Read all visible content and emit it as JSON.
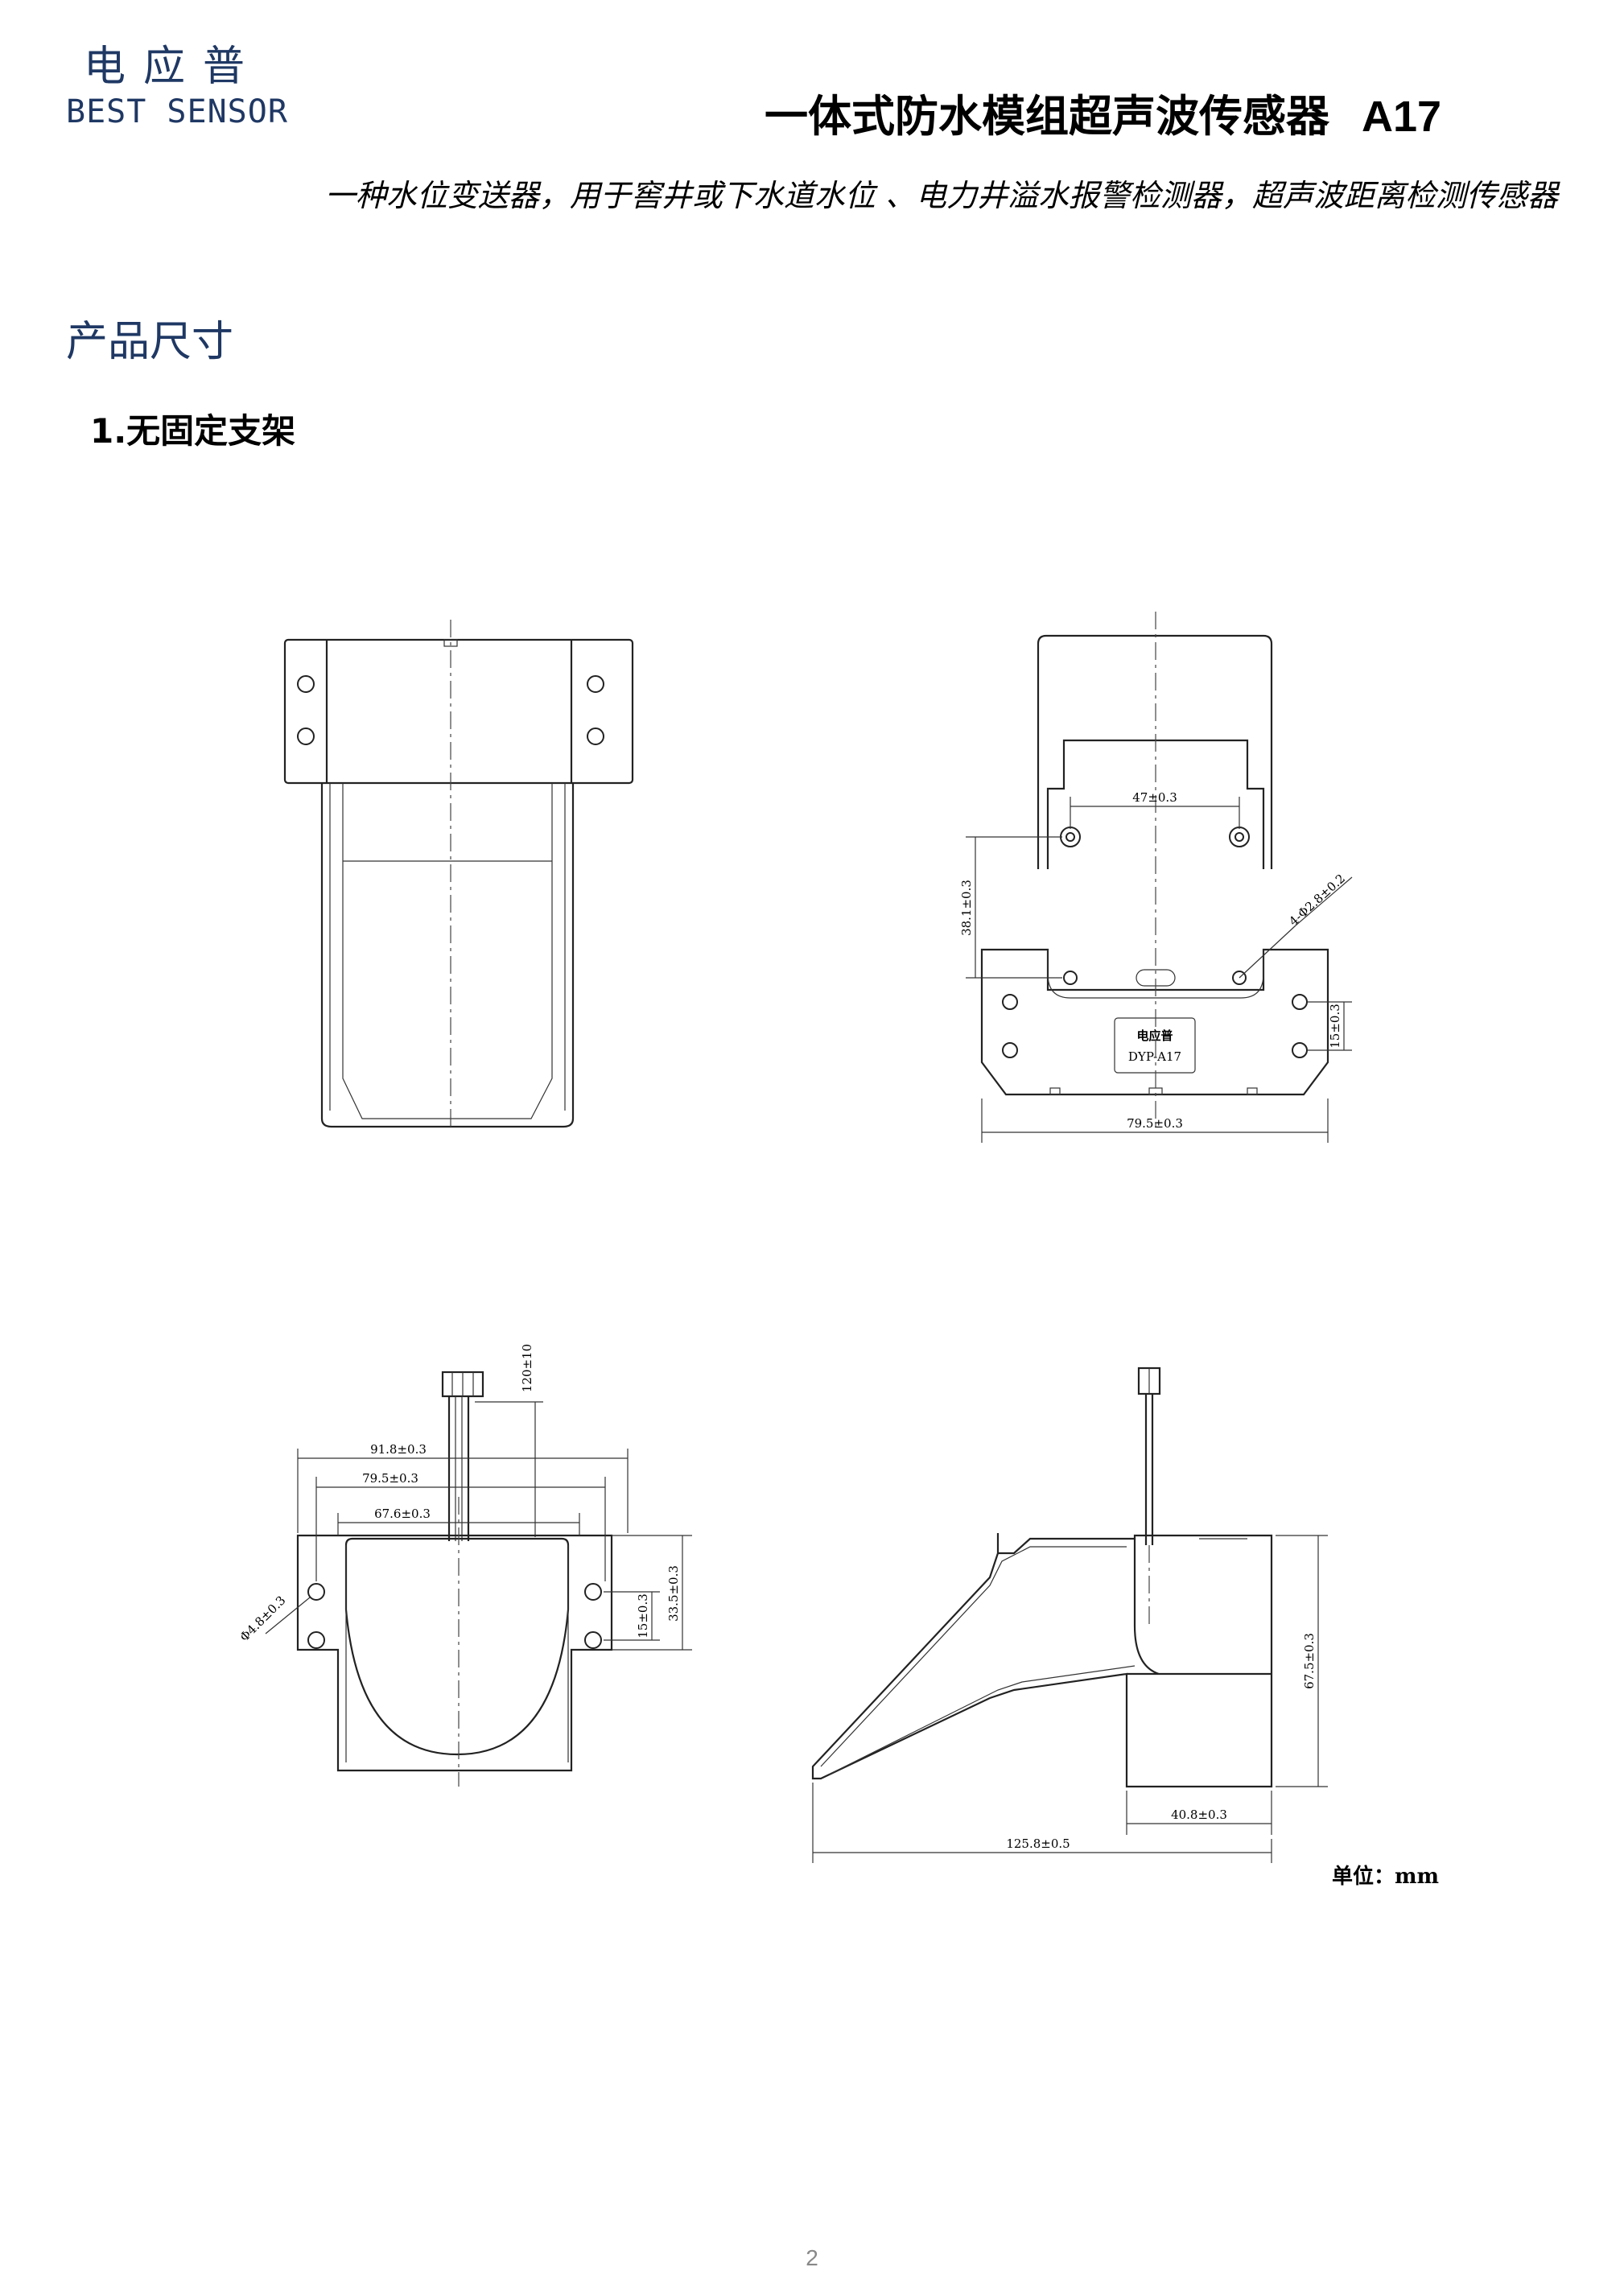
{
  "header": {
    "brand_cn": "电应普",
    "brand_en": "BEST SENSOR",
    "title": "一体式防水模组超声波传感器",
    "model": "A17",
    "subtitle": "一种水位变送器，用于窖井或下水道水位 、电力井溢水报警检测器，超声波距离检测传感器"
  },
  "section": {
    "title": "产品尺寸",
    "subsection": "1.无固定支架"
  },
  "drawing_back": {
    "dim_hole_spacing": "47±0.3",
    "dim_height": "38.1±0.3",
    "dim_holes": "4-Φ2.8±0.2",
    "dim_side": "15±0.3",
    "dim_width": "79.5±0.3",
    "label_cn": "电应普",
    "label_model": "DYP-A17"
  },
  "drawing_bottom": {
    "dim_cable": "120±10",
    "dim_w1": "91.8±0.3",
    "dim_w2": "79.5±0.3",
    "dim_w3": "67.6±0.3",
    "dim_hole": "Φ4.8±0.3",
    "dim_h1": "15±0.3",
    "dim_h2": "33.5±0.3"
  },
  "drawing_side": {
    "dim_height": "67.5±0.3",
    "dim_base": "40.8±0.3",
    "dim_length": "125.8±0.5",
    "unit_note": "单位：mm"
  },
  "footer": {
    "page_number": "2"
  }
}
